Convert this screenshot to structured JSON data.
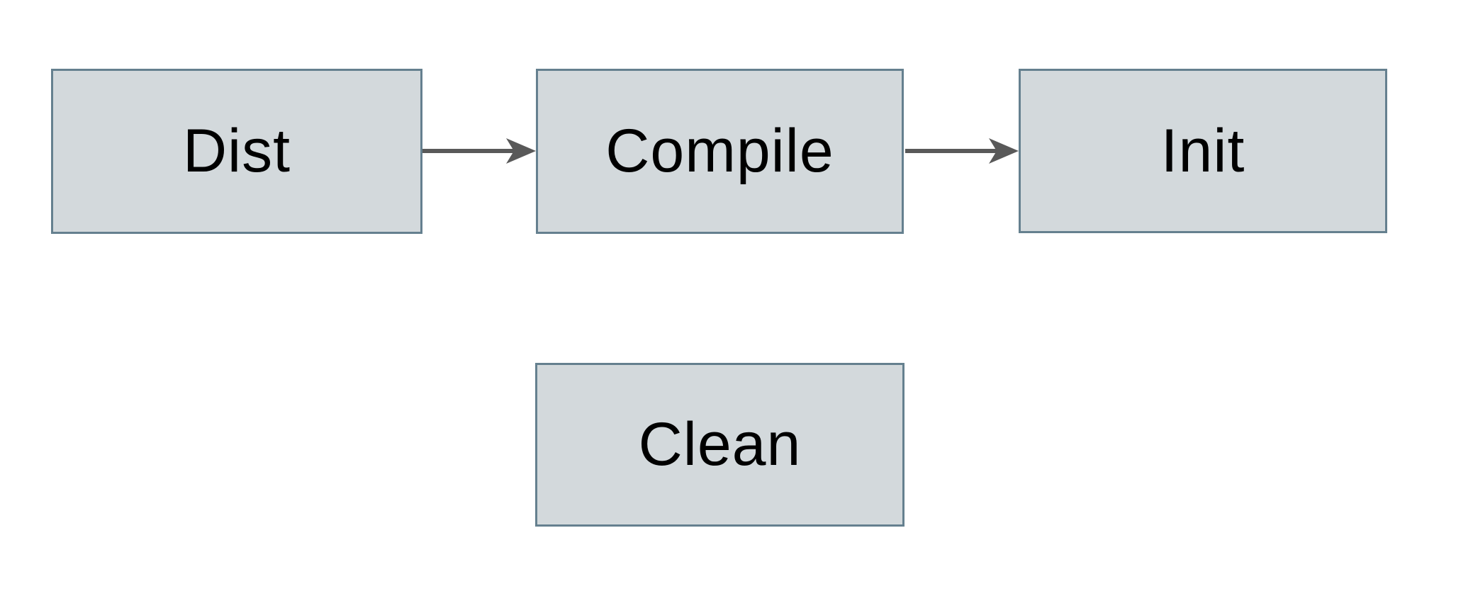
{
  "diagram": {
    "type": "flowchart",
    "background_color": "#ffffff",
    "node_fill_color": "#d3d9dc",
    "node_border_color": "#65808f",
    "arrow_color": "#595959",
    "text_color": "#000000",
    "nodes": [
      {
        "id": "dist",
        "label": "Dist"
      },
      {
        "id": "compile",
        "label": "Compile"
      },
      {
        "id": "init",
        "label": "Init"
      },
      {
        "id": "clean",
        "label": "Clean"
      }
    ],
    "edges": [
      {
        "from": "Dist",
        "to": "Compile"
      },
      {
        "from": "Compile",
        "to": "Init"
      }
    ]
  }
}
